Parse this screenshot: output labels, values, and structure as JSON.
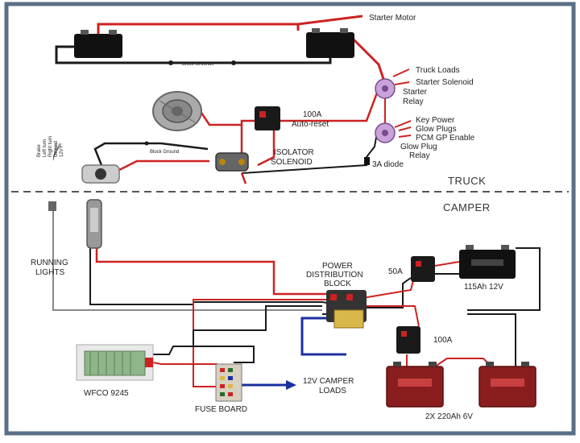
{
  "sections": {
    "truck": "TRUCK",
    "camper": "CAMPER"
  },
  "labels": {
    "starter_motor": "Starter Motor",
    "block_grounds": "Block Grounds",
    "truck_loads": "Truck Loads",
    "starter_solenoid": "Starter Solenoid",
    "starter_relay_1": "Starter",
    "starter_relay_2": "Relay",
    "autoreset_1": "100A",
    "autoreset_2": "Auto-reset",
    "key_power": "Key Power",
    "glow_plugs": "Glow Plugs",
    "pcm_gp": "PCM GP Enable",
    "glow_relay_1": "Glow Plug",
    "glow_relay_2": "Relay",
    "block_ground": "Block Ground",
    "isolator_1": "ISOLATOR",
    "isolator_2": "SOLENOID",
    "diode": "3A diode",
    "running_1": "RUNNING",
    "running_2": "LIGHTS",
    "pdb_1": "POWER",
    "pdb_2": "DISTRIBUTION",
    "pdb_3": "BLOCK",
    "fuse_50a": "50A",
    "battery_115": "115Ah 12V",
    "fuse_100a": "100A",
    "wfco": "WFCO 9245",
    "fuse_board": "FUSE BOARD",
    "camper_loads_1": "12V CAMPER",
    "camper_loads_2": "LOADS",
    "battery_6v": "2X 220Ah 6V"
  },
  "plug_pins": [
    "Brake",
    "Left turn",
    "Right turn",
    "Ground",
    "12V+"
  ],
  "colors": {
    "wire_red": "#cc2222",
    "wire_black": "#1a1a1a",
    "wire_blue": "#1a2fa0",
    "wire_grey": "#888888",
    "frame": "#5b6f85"
  }
}
